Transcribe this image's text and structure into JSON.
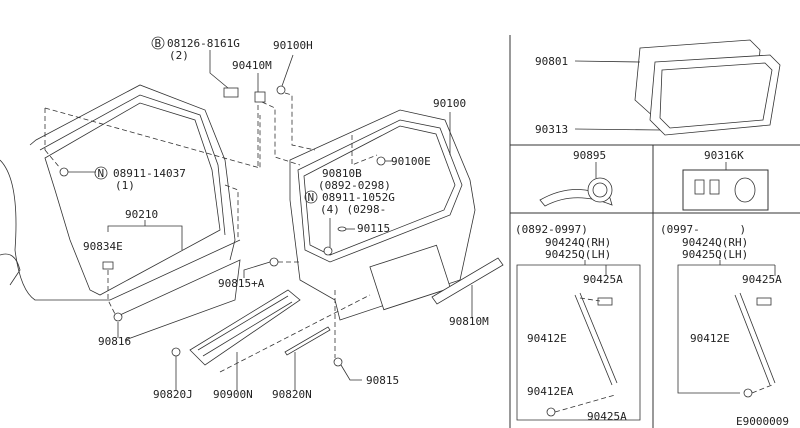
{
  "left_labels": {
    "bolt_b": "08126-8161G",
    "bolt_b_qty": "(2)",
    "bolt_b_symbol": "B",
    "clip_h": "90100H",
    "striker": "90410M",
    "back_door": "90100",
    "nut_n1": "08911-14037",
    "nut_n1_qty": "(1)",
    "nut_symbol": "N",
    "nut_e": "90100E",
    "emblem_b": "90810B",
    "emblem_b_range": "(0892-0298)",
    "nut_n2": "08911-1052G",
    "nut_n2_qty": "(4) (0298-",
    "weatherstrip": "90210",
    "seal_e": "90834E",
    "clip_115": "90115",
    "clip_815a": "90815+A",
    "garnish_m": "90810M",
    "bumper_816": "90816",
    "clip_815": "90815",
    "clip_820j": "90820J",
    "finisher_900n": "90900N",
    "molding_820n": "90820N"
  },
  "right_labels": {
    "glass": "90801",
    "glass_moulding": "90313",
    "sealant": "90895",
    "kit": "90316K",
    "left_panel": {
      "range": "(0892-0997)",
      "stay_rh": "90424Q(RH)",
      "stay_lh": "90425Q(LH)",
      "bolt_top": "90425A",
      "stay_e": "90412E",
      "stay_ea": "90412EA",
      "bolt_bottom": "90425A"
    },
    "right_panel": {
      "range": "(0997-      )",
      "stay_rh": "90424Q(RH)",
      "stay_lh": "90425Q(LH)",
      "bolt_top": "90425A",
      "stay_e": "90412E"
    }
  },
  "diagram_code": "E9000009"
}
